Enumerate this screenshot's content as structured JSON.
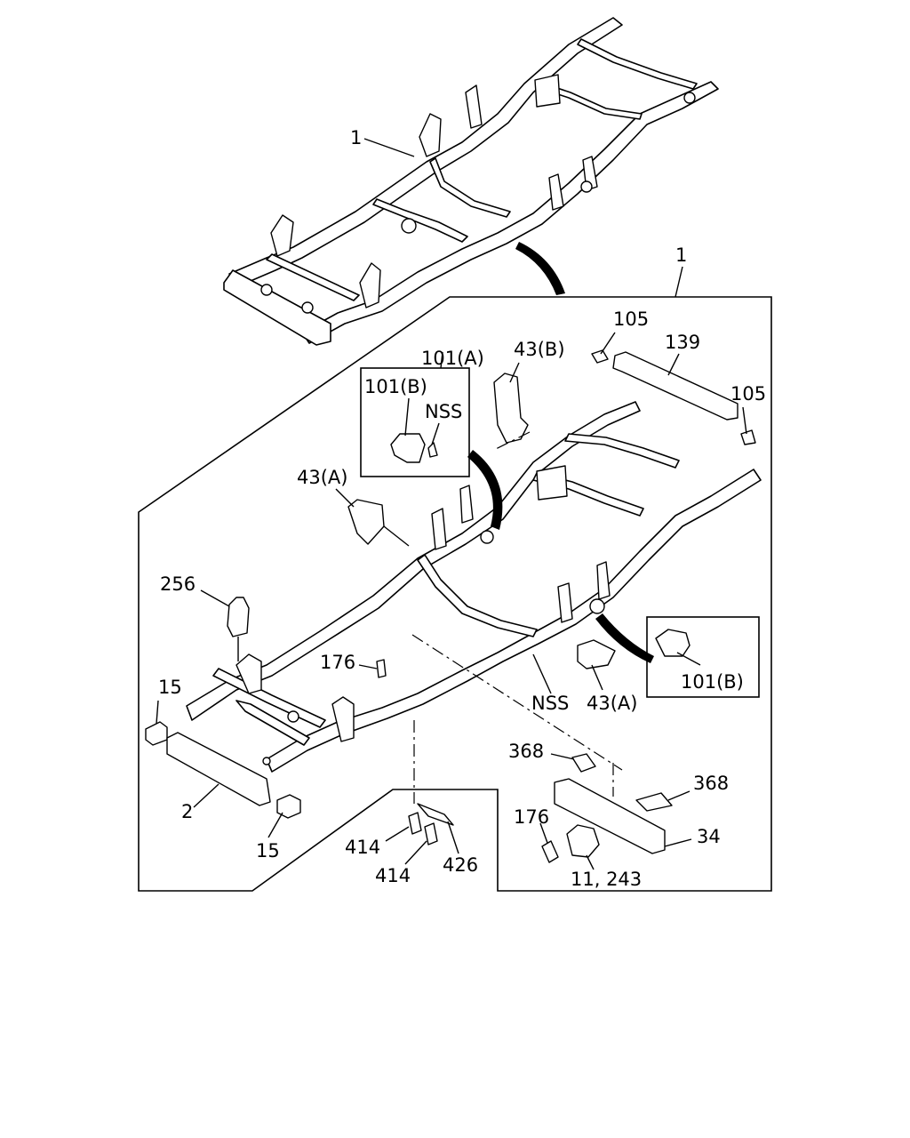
{
  "labels": {
    "frame_top": "1",
    "frame_main": "1",
    "bracket_101a": "101(A)",
    "bracket_101b_inset": "101(B)",
    "nss_inset": "NSS",
    "bracket_43b": "43(B)",
    "clip_105_top": "105",
    "crossmember_139": "139",
    "clip_105_right": "105",
    "bracket_43a_left": "43(A)",
    "mount_256": "256",
    "bolt_176_mid": "176",
    "cushion_15_top": "15",
    "crossmember_2": "2",
    "cushion_15_bottom": "15",
    "nss_main": "NSS",
    "bracket_43a_right": "43(A)",
    "bracket_101b_right": "101(B)",
    "shim_368_left": "368",
    "shim_368_right": "368",
    "bolt_176_bottom": "176",
    "crossmember_34": "34",
    "mount_11_243": "11, 243",
    "bolt_414_upper": "414",
    "bolt_414_lower": "414",
    "bracket_426": "426"
  }
}
